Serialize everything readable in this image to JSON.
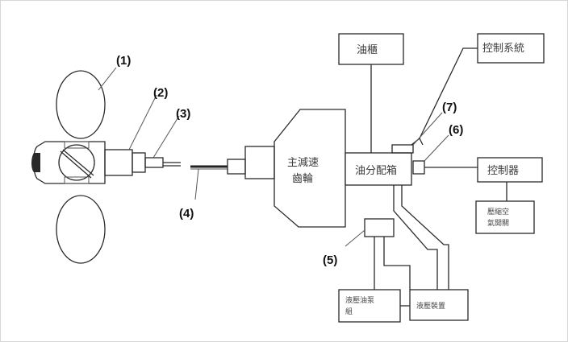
{
  "callouts": {
    "c1": "(1)",
    "c2": "(2)",
    "c3": "(3)",
    "c4": "(4)",
    "c5": "(5)",
    "c6": "(6)",
    "c7": "(7)"
  },
  "blocks": {
    "oil_tank": "油櫃",
    "control_source": "控制系統",
    "main_gearbox_line1": "主減速",
    "main_gearbox_line2": "齒輪",
    "oil_distributor": "油分配箱",
    "controller": "控制器",
    "pressure_line1": "壓縮空",
    "pressure_line2": "氣開關",
    "hydraulic_pump_line1": "液壓油泵",
    "hydraulic_pump_line2": "組",
    "hydraulic_device": "液壓裝置"
  }
}
